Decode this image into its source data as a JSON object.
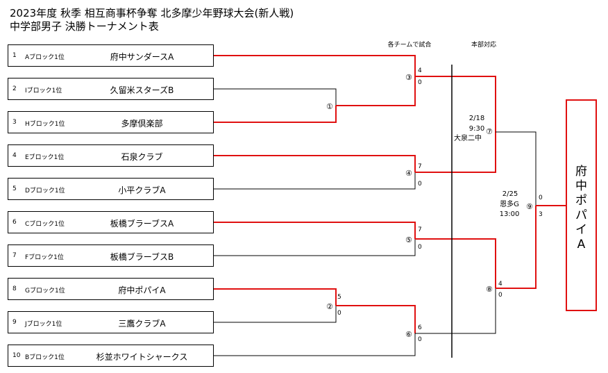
{
  "title": {
    "line1": "2023年度 秋季 相互商事杯争奪 北多摩少年野球大会(新人戦)",
    "line2": "中学部男子 決勝トーナメント表"
  },
  "headers": {
    "self": "各チームで試合",
    "hq": "本部対応"
  },
  "teams": [
    {
      "num": "1",
      "block": "Aブロック1位",
      "name": "府中サンダースA"
    },
    {
      "num": "2",
      "block": "Iブロック1位",
      "name": "久留米スターズB"
    },
    {
      "num": "3",
      "block": "Hブロック1位",
      "name": "多摩倶楽部"
    },
    {
      "num": "4",
      "block": "Eブロック1位",
      "name": "石泉クラブ"
    },
    {
      "num": "5",
      "block": "Dブロック1位",
      "name": "小平クラブA"
    },
    {
      "num": "6",
      "block": "Cブロック1位",
      "name": "板橋ブラーブスA"
    },
    {
      "num": "7",
      "block": "Fブロック1位",
      "name": "板橋ブラーブスB"
    },
    {
      "num": "8",
      "block": "Gブロック1位",
      "name": "府中ポパイA"
    },
    {
      "num": "9",
      "block": "Jブロック1位",
      "name": "三鷹クラブA"
    },
    {
      "num": "10",
      "block": "Bブロック1位",
      "name": "杉並ホワイトシャークス"
    }
  ],
  "matches": {
    "m1": {
      "label": "①",
      "top": "",
      "bottom": ""
    },
    "m2": {
      "label": "②",
      "top": "5",
      "bottom": "0"
    },
    "m3": {
      "label": "③",
      "top": "4",
      "bottom": "0"
    },
    "m4": {
      "label": "④",
      "top": "7",
      "bottom": "0"
    },
    "m5": {
      "label": "⑤",
      "top": "7",
      "bottom": "0"
    },
    "m6": {
      "label": "⑥",
      "top": "6",
      "bottom": "0"
    },
    "m7": {
      "label": "⑦",
      "top": "",
      "bottom": ""
    },
    "m8": {
      "label": "⑧",
      "top": "4",
      "bottom": "0"
    },
    "m9": {
      "label": "⑨",
      "top": "0",
      "bottom": "3"
    }
  },
  "schedule": {
    "m7": {
      "date": "2/18",
      "time": "9:30",
      "venue": "大泉二中"
    },
    "m9": {
      "date": "2/25",
      "venue": "恩多G",
      "time": "13:00"
    }
  },
  "champion": [
    "府",
    "中",
    "ポ",
    "パ",
    "イ",
    "A"
  ],
  "colors": {
    "winner": "#e01010",
    "line": "#000000"
  }
}
